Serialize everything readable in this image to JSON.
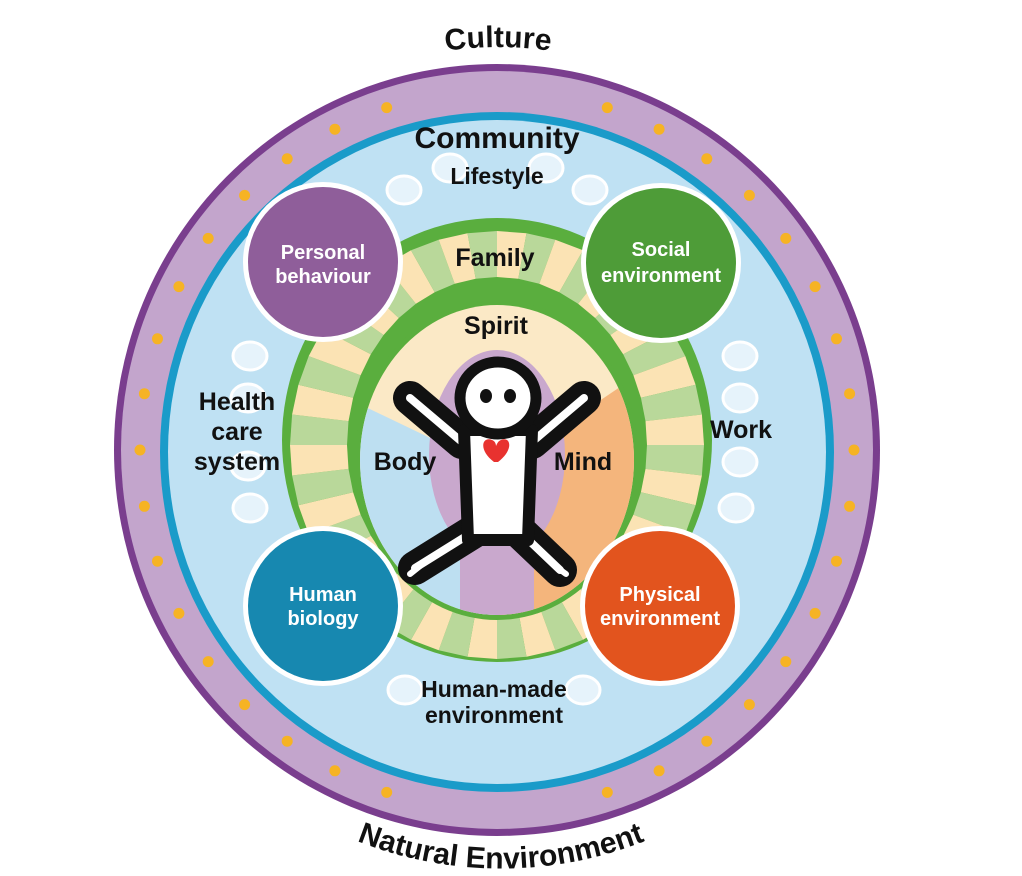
{
  "colors": {
    "outer_border": "#7a3e8e",
    "culture_band": "#c3a5cc",
    "dot_yellow": "#f6b324",
    "community_border": "#1a9bc9",
    "community_fill": "#bfe1f3",
    "inner_pale": "#e6f3fb",
    "family_ring_green": "#b9d89a",
    "family_ring_cream": "#fbe3b4",
    "ring_border_green": "#5aae3e",
    "spirit_fill": "#fbe9c6",
    "body_fill": "#bddff1",
    "mind_fill": "#f4b57c",
    "center_purple": "#c9a8cd",
    "personal_behaviour": "#8f5e9a",
    "social_environment": "#4e9c38",
    "human_biology": "#1788b0",
    "physical_environment": "#e2541e",
    "heart": "#e8322f",
    "figure": "#111111"
  },
  "labels": {
    "culture": "Culture",
    "natural_environment": "Natural Environment",
    "community": "Community",
    "lifestyle": "Lifestyle",
    "health_care_system": [
      "Health",
      "care",
      "system"
    ],
    "work": "Work",
    "human_made_environment": [
      "Human-made",
      "environment"
    ],
    "family": "Family",
    "spirit": "Spirit",
    "body": "Body",
    "mind": "Mind"
  },
  "circles": {
    "personal_behaviour": [
      "Personal",
      "behaviour"
    ],
    "social_environment": [
      "Social",
      "environment"
    ],
    "human_biology": [
      "Human",
      "biology"
    ],
    "physical_environment": [
      "Physical",
      "environment"
    ]
  },
  "icons": {
    "figure": "person-figure-icon",
    "heart": "heart-icon"
  }
}
